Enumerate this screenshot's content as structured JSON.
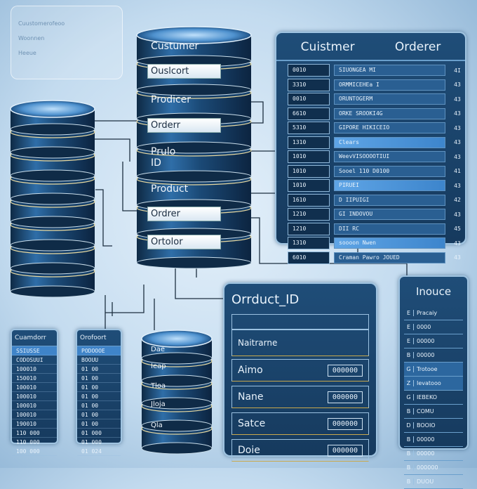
{
  "colors": {
    "panel": "#1f4d78",
    "accent": "#3f84c9",
    "disk": "#1e4f7e"
  },
  "ghost_panel": {
    "rows": [
      "Cuustomerofeoo",
      "Woonnen",
      "Heeue"
    ]
  },
  "left_cylinder": {
    "disks": 8
  },
  "center_cylinder": {
    "labels": [
      "Custumer",
      "Prodicer",
      "Prulo ID",
      "Product"
    ],
    "boxes": [
      "Ouslcort",
      "Orderr",
      "Ordrer",
      "Ortolor"
    ]
  },
  "customer_order_panel": {
    "headers": [
      "Cuistmer",
      "Orderer"
    ],
    "rows": [
      {
        "code": "0010",
        "text": "SIUONGEA MI",
        "end": "4I",
        "hl": false
      },
      {
        "code": "3310",
        "text": "ORMMICEHEa I",
        "end": "43",
        "hl": false
      },
      {
        "code": "0010",
        "text": "ORUNTOGERM",
        "end": "43",
        "hl": false
      },
      {
        "code": "6610",
        "text": "ORKE SROOKI4G",
        "end": "43",
        "hl": false
      },
      {
        "code": "5310",
        "text": "GIPORE HIKICEIO",
        "end": "43",
        "hl": false
      },
      {
        "code": "1310",
        "text": "Clears",
        "end": "43",
        "hl": true
      },
      {
        "code": "1010",
        "text": "WeevVISOOOOTIUI",
        "end": "43",
        "hl": false
      },
      {
        "code": "1010",
        "text": "Sooel 110 D0100",
        "end": "41",
        "hl": false
      },
      {
        "code": "1010",
        "text": "PIRUEI",
        "end": "43",
        "hl": true
      },
      {
        "code": "1610",
        "text": "D IIPUIGI",
        "end": "42",
        "hl": false
      },
      {
        "code": "1210",
        "text": "GI INDOVOU",
        "end": "43",
        "hl": false
      },
      {
        "code": "1210",
        "text": "DII RC",
        "end": "45",
        "hl": false
      },
      {
        "code": "1310",
        "text": "soooon Nwen",
        "end": "43",
        "hl": true
      },
      {
        "code": "6010",
        "text": "Craman Pawro  JOUED",
        "end": "43",
        "hl": false
      }
    ]
  },
  "small_panel_1": {
    "title": "Cuamdorr",
    "rows": [
      "SSIUSSE",
      "CODOSUUI",
      "100010",
      "150010",
      "100010",
      "100010",
      "100010",
      "100010",
      "190010",
      "110 000",
      "110 000",
      "100 000"
    ]
  },
  "small_panel_2": {
    "title": "Orofoort",
    "rows": [
      "PODOOOE",
      "BOOUU",
      "01 00",
      "01 00",
      "01 00",
      "01 00",
      "01 00",
      "01 00",
      "01 00",
      "01 000",
      "01 000",
      "01 024"
    ]
  },
  "bottom_cylinder": {
    "labels": [
      "Dae",
      "Ieap",
      "Tloa",
      "Jloja",
      "Qla"
    ]
  },
  "orrduct_panel": {
    "title": "Orrduct_ID",
    "header_row": "Naitrarne",
    "rows": [
      {
        "name": "Aimo",
        "val": "000000"
      },
      {
        "name": "Nane",
        "val": "000000"
      },
      {
        "name": "Satce",
        "val": "000000"
      },
      {
        "name": "Doie",
        "val": "000000"
      }
    ]
  },
  "invoice_panel": {
    "title": "Inouce",
    "rows": [
      {
        "ic": "E",
        "t": "Pracaiy",
        "hl": false
      },
      {
        "ic": "E",
        "t": "0000",
        "hl": false
      },
      {
        "ic": "E",
        "t": "00000",
        "hl": false
      },
      {
        "ic": "B",
        "t": "00000",
        "hl": false
      },
      {
        "ic": "G",
        "t": "Trotooe",
        "hl": true
      },
      {
        "ic": "Z",
        "t": "Ievatooo",
        "hl": true
      },
      {
        "ic": "G",
        "t": "IEBEKO",
        "hl": false
      },
      {
        "ic": "B",
        "t": "COMU",
        "hl": false
      },
      {
        "ic": "D",
        "t": "BOOIO",
        "hl": false
      },
      {
        "ic": "B",
        "t": "00000",
        "hl": false
      },
      {
        "ic": "B",
        "t": "00000",
        "hl": false
      },
      {
        "ic": "B",
        "t": "000000",
        "hl": false
      },
      {
        "ic": "B",
        "t": "DUOU",
        "hl": false
      }
    ]
  }
}
